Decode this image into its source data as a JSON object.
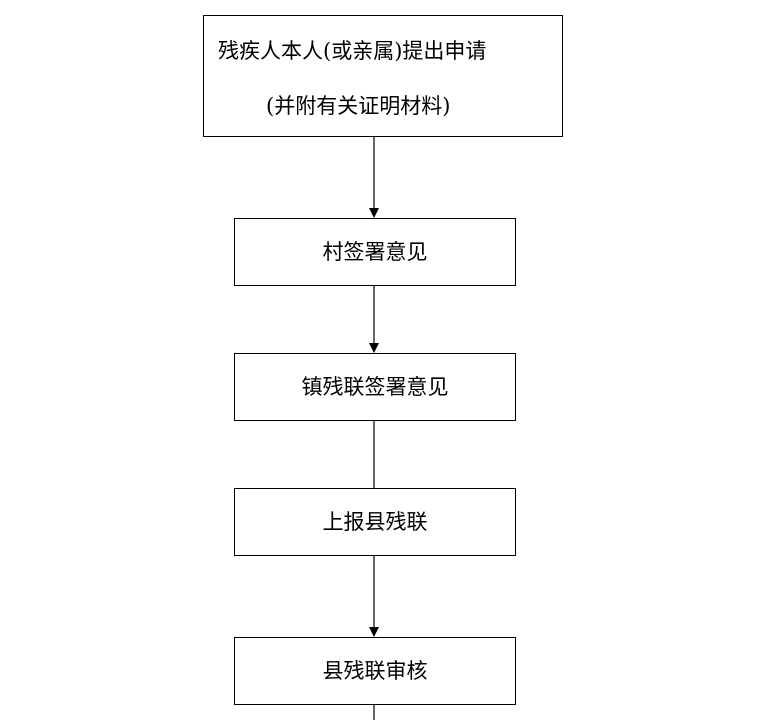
{
  "nodes": {
    "apply_line1": "残疾人本人(或亲属)提出申请",
    "apply_line2": "(并附有关证明材料)",
    "village": "村签署意见",
    "town": "镇残联签署意见",
    "report": "上报县残联",
    "review": "县残联审核"
  },
  "colors": {
    "stroke": "#000000",
    "background": "#ffffff"
  }
}
